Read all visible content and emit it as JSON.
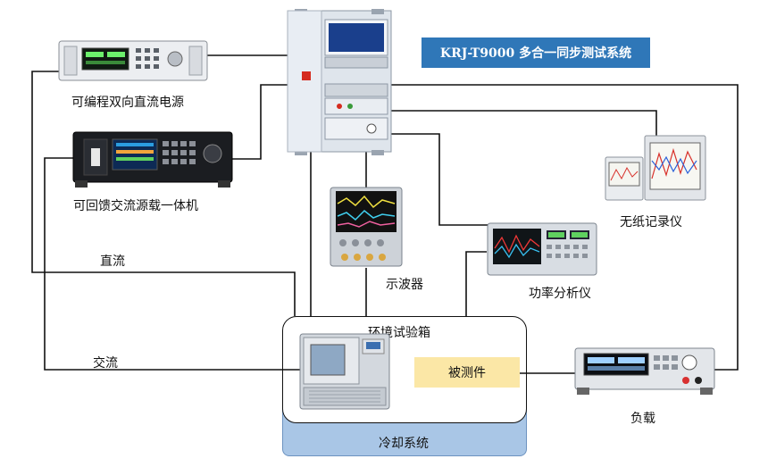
{
  "title_box": "KRJ-T9000 多合一同步测试系统",
  "labels": {
    "dc_source": "可编程双向直流电源",
    "ac_source": "可回馈交流源载一体机",
    "dc_line": "直流",
    "ac_line": "交流",
    "oscilloscope": "示波器",
    "recorder": "无纸记录仪",
    "power_analyzer": "功率分析仪",
    "env_chamber": "环境试验箱",
    "dut": "被测件",
    "load": "负载",
    "cooling": "冷却系统"
  },
  "colors": {
    "title_fill": "#2f77b8",
    "dut_fill": "#fbe7a6",
    "cooling_fill": "#a9c6e6",
    "line": "#111111"
  }
}
